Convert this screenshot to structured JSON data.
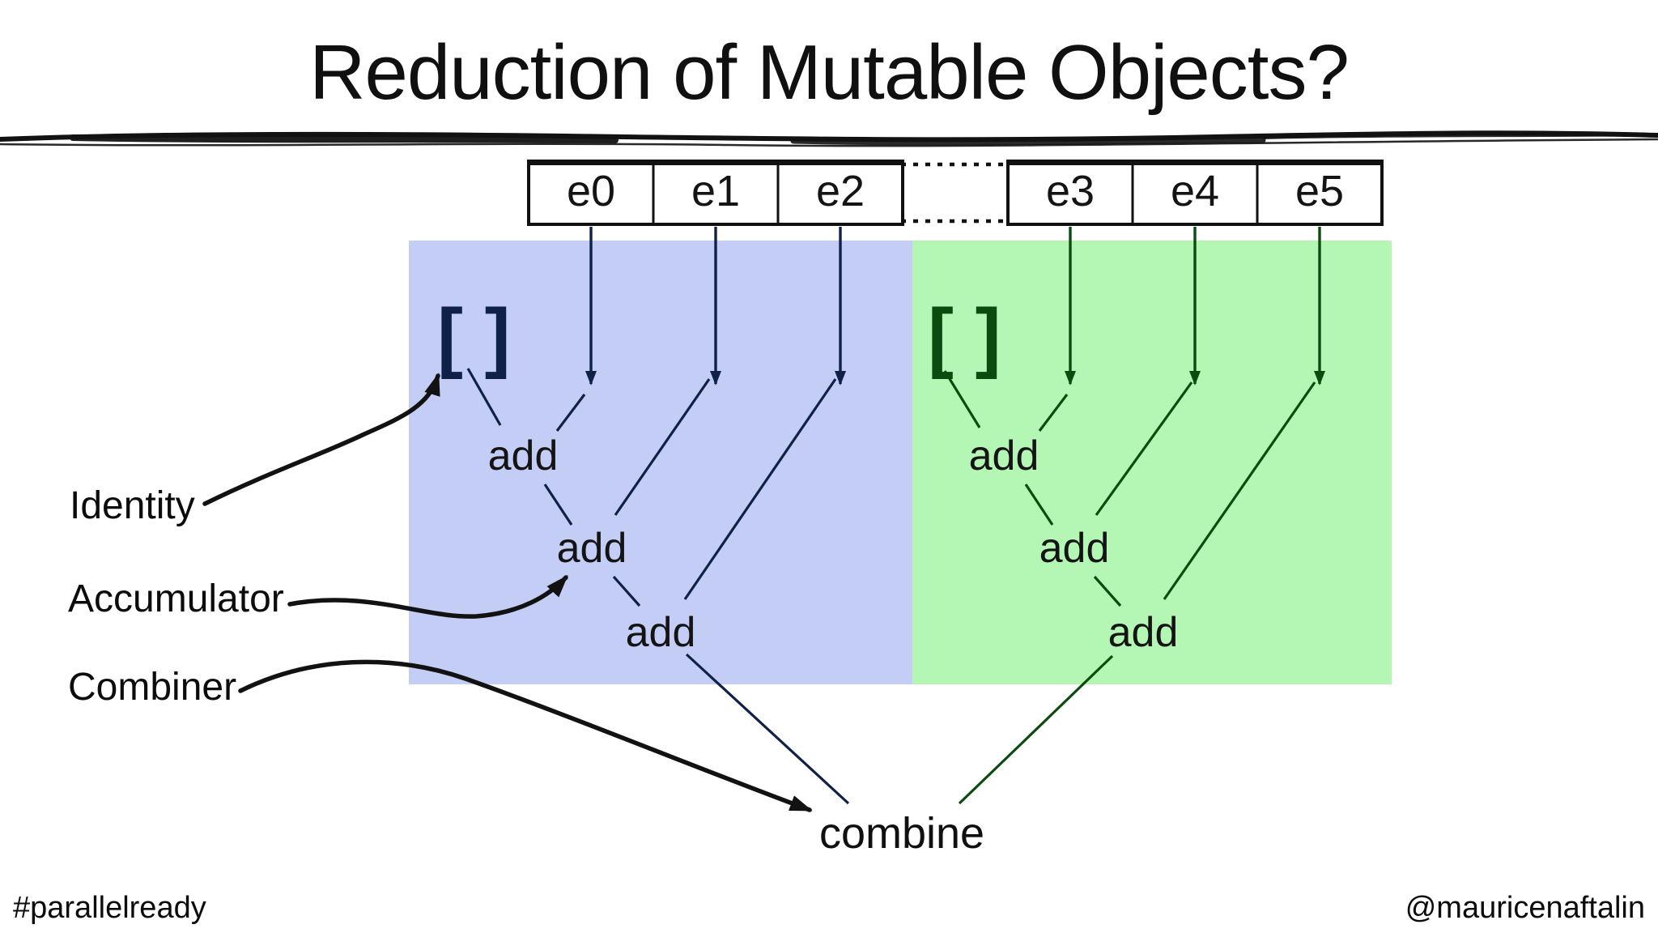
{
  "title": "Reduction of Mutable Objects?",
  "input_array": {
    "cells": [
      "e0",
      "e1",
      "e2",
      "e3",
      "e4",
      "e5"
    ],
    "ellipsis_between": [
      "e2",
      "e3"
    ]
  },
  "left_chunk": {
    "identity_symbol": "[ ]",
    "op_labels": [
      "add",
      "add",
      "add"
    ],
    "panel_color": "#c3cdf6",
    "ink_color": "#0f2148"
  },
  "right_chunk": {
    "identity_symbol": "[ ]",
    "op_labels": [
      "add",
      "add",
      "add"
    ],
    "panel_color": "#b4f7b5",
    "ink_color": "#0c4b0f"
  },
  "combine_label": "combine",
  "callouts": {
    "identity": "Identity",
    "accumulator": "Accumulator",
    "combiner": "Combiner"
  },
  "footer": {
    "hashtag": "#parallelready",
    "handle": "@mauricenaftalin"
  },
  "colors": {
    "background": "#ffffff",
    "ink": "#121212",
    "left_panel": "#c3cdf6",
    "left_ink": "#0f2148",
    "right_panel": "#b4f7b5",
    "right_ink": "#0c4b0f"
  }
}
